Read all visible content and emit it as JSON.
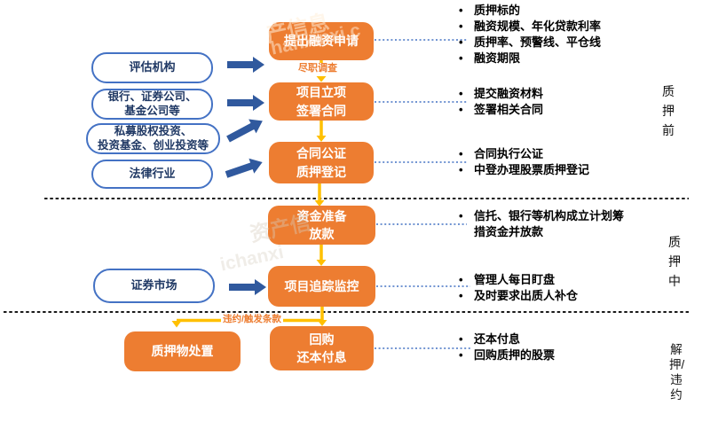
{
  "title": "股票质押融资业务流程图",
  "colors": {
    "flow_box_orange": "#ED7D31",
    "connector_yellow": "#FFC000",
    "arrow_blue": "#30599E",
    "pill_border_blue": "#4472C4",
    "pill_text_navy": "#1F3864",
    "dotted_link_blue": "#4472C4",
    "separator_black": "#1a1a1a"
  },
  "glyphs": {
    "bullet": "•"
  },
  "watermark": {
    "w1": "产信息",
    "w2": "hanxinxi.c",
    "w3": "资产信",
    "w4": "ichanxi"
  },
  "left_column": [
    {
      "label": "评估机构"
    },
    {
      "label": "银行、证券公司、\n基金公司等"
    },
    {
      "label": "私募股权投资、\n投资基金、创业投资等"
    },
    {
      "label": "法律行业"
    },
    {
      "label": "证券市场"
    }
  ],
  "flow": [
    {
      "label": "提出融资申请"
    },
    {
      "label": "项目立项\n签署合同"
    },
    {
      "label": "合同公证\n质押登记"
    },
    {
      "label": "资金准备\n放款"
    },
    {
      "label": "项目追踪监控"
    },
    {
      "label": "质押物处置"
    },
    {
      "label": "回购\n还本付息"
    }
  ],
  "connector_labels": {
    "due_diligence": "尽职调查",
    "default_trigger": "违约/触发条款"
  },
  "bullet_groups": [
    {
      "items": [
        "质押标的",
        "融资规模、年化贷款利率",
        "质押率、预警线、平仓线",
        "融资期限"
      ]
    },
    {
      "items": [
        "提交融资材料",
        "签署相关合同"
      ]
    },
    {
      "items": [
        "合同执行公证",
        "中登办理股票质押登记"
      ]
    },
    {
      "items": [
        "信托、银行等机构成立计划筹措资金并放款"
      ]
    },
    {
      "items": [
        "管理人每日盯盘",
        "及时要求出质人补仓"
      ]
    },
    {
      "items": [
        "还本付息",
        "回购质押的股票"
      ]
    }
  ],
  "stages": [
    {
      "label": "质押前"
    },
    {
      "label": "质押中"
    },
    {
      "label": "解押/违约"
    }
  ]
}
